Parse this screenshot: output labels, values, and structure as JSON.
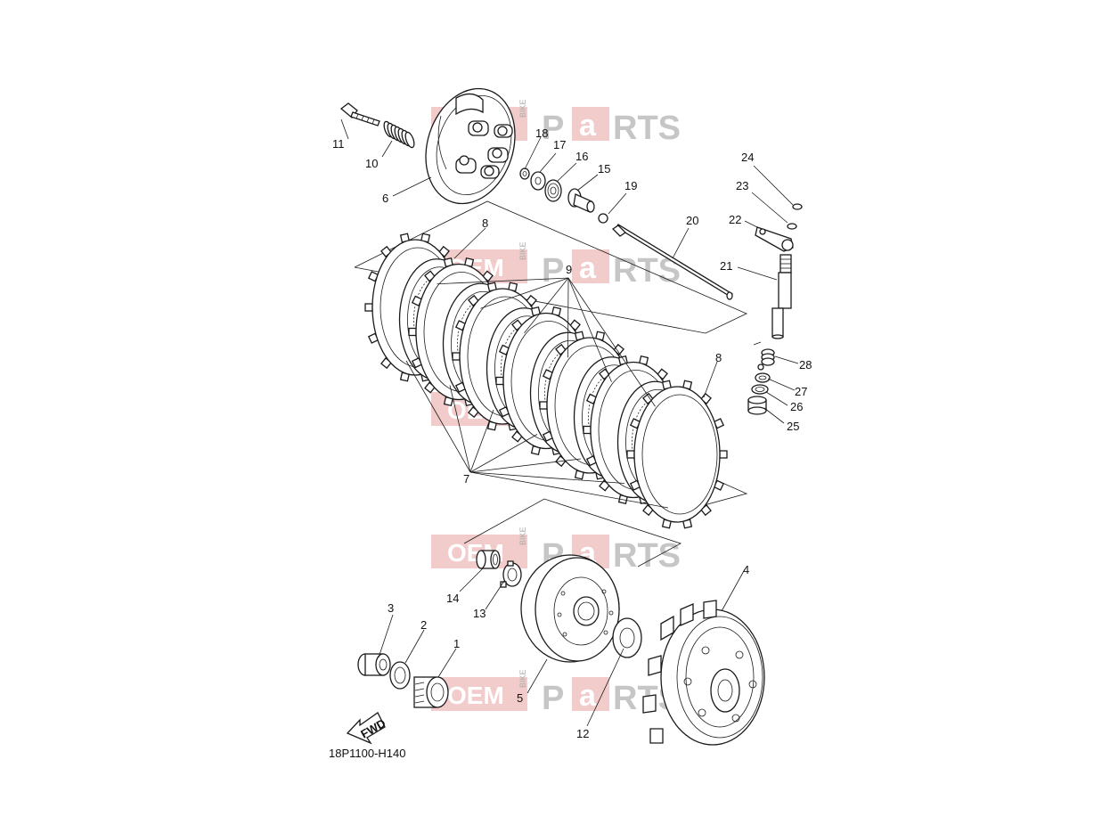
{
  "diagram_code": "18P1100-H140",
  "fwd_label": "FWD",
  "watermark": {
    "brand_left": "OEM",
    "brand_small": "BIKE",
    "brand_right_1": "P",
    "brand_right_2": "a",
    "brand_right_3": "RTS"
  },
  "callouts": [
    {
      "id": "c1",
      "num": "1"
    },
    {
      "id": "c2",
      "num": "2"
    },
    {
      "id": "c3",
      "num": "3"
    },
    {
      "id": "c4",
      "num": "4"
    },
    {
      "id": "c5",
      "num": "5"
    },
    {
      "id": "c6",
      "num": "6"
    },
    {
      "id": "c7",
      "num": "7"
    },
    {
      "id": "c8a",
      "num": "8"
    },
    {
      "id": "c8b",
      "num": "8"
    },
    {
      "id": "c9",
      "num": "9"
    },
    {
      "id": "c10",
      "num": "10"
    },
    {
      "id": "c11",
      "num": "11"
    },
    {
      "id": "c12",
      "num": "12"
    },
    {
      "id": "c13",
      "num": "13"
    },
    {
      "id": "c14",
      "num": "14"
    },
    {
      "id": "c15",
      "num": "15"
    },
    {
      "id": "c16",
      "num": "16"
    },
    {
      "id": "c17",
      "num": "17"
    },
    {
      "id": "c18",
      "num": "18"
    },
    {
      "id": "c19",
      "num": "19"
    },
    {
      "id": "c20",
      "num": "20"
    },
    {
      "id": "c21",
      "num": "21"
    },
    {
      "id": "c22",
      "num": "22"
    },
    {
      "id": "c23",
      "num": "23"
    },
    {
      "id": "c24",
      "num": "24"
    },
    {
      "id": "c25",
      "num": "25"
    },
    {
      "id": "c26",
      "num": "26"
    },
    {
      "id": "c27",
      "num": "27"
    },
    {
      "id": "c28",
      "num": "28"
    }
  ],
  "colors": {
    "watermark_red": "#e8a0a0",
    "watermark_gray": "#d2d2d2",
    "line": "#1a1a1a"
  }
}
